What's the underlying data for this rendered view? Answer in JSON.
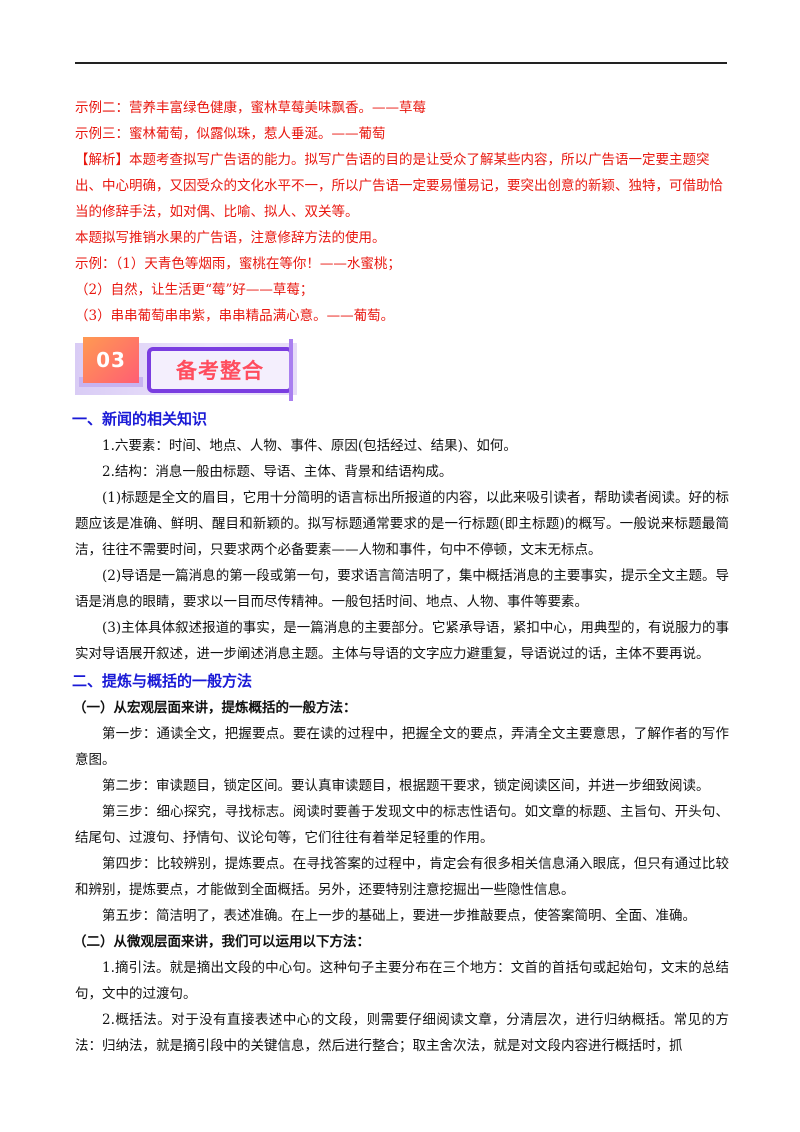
{
  "answer_lines": [
    "示例二：营养丰富绿色健康，蜜林草莓美味飘香。——草莓",
    "示例三：蜜林葡萄，似露似珠，惹人垂涎。——葡萄",
    "【解析】本题考查拟写广告语的能力。拟写广告语的目的是让受众了解某些内容，所以广告语一定要主题突出、中心明确，又因受众的文化水平不一，所以广告语一定要易懂易记，要突出创意的新颖、独特，可借助恰当的修辞手法，如对偶、比喻、拟人、双关等。",
    "本题拟写推销水果的广告语，注意修辞方法的使用。",
    "示例：（1）天青色等烟雨，蜜桃在等你！——水蜜桃；",
    "（2）自然，让生活更“莓”好——草莓；",
    "（3）串串葡萄串串紫，串串精品满心意。——葡萄。"
  ],
  "banner": {
    "number": "03",
    "title": "备考整合"
  },
  "section1": {
    "heading": "一、新闻的相关知识",
    "paragraphs": [
      "1.六要素：时间、地点、人物、事件、原因(包括经过、结果)、如何。",
      "2.结构：消息一般由标题、导语、主体、背景和结语构成。",
      "(1)标题是全文的眉目，它用十分简明的语言标出所报道的内容，以此来吸引读者，帮助读者阅读。好的标题应该是准确、鲜明、醒目和新颖的。拟写标题通常要求的是一行标题(即主标题)的概写。一般说来标题最简洁，往往不需要时间，只要求两个必备要素——人物和事件，句中不停顿，文末无标点。",
      "(2)导语是一篇消息的第一段或第一句，要求语言简洁明了，集中概括消息的主要事实，提示全文主题。导语是消息的眼睛，要求以一目而尽传精神。一般包括时间、地点、人物、事件等要素。",
      "(3)主体具体叙述报道的事实，是一篇消息的主要部分。它紧承导语，紧扣中心，用典型的，有说服力的事实对导语展开叙述，进一步阐述消息主题。主体与导语的文字应力避重复，导语说过的话，主体不要再说。"
    ]
  },
  "section2": {
    "heading": "二、提炼与概括的一般方法",
    "sub1": "（一）从宏观层面来讲，提炼概括的一般方法：",
    "sub1_paragraphs": [
      "第一步：通读全文，把握要点。要在读的过程中，把握全文的要点，弄清全文主要意思，了解作者的写作意图。",
      "第二步：审读题目，锁定区间。要认真审读题目，根据题干要求，锁定阅读区间，并进一步细致阅读。",
      "第三步：细心探究，寻找标志。阅读时要善于发现文中的标志性语句。如文章的标题、主旨句、开头句、结尾句、过渡句、抒情句、议论句等，它们往往有着举足轻重的作用。",
      "第四步：比较辨别，提炼要点。在寻找答案的过程中，肯定会有很多相关信息涌入眼底，但只有通过比较和辨别，提炼要点，才能做到全面概括。另外，还要特别注意挖掘出一些隐性信息。",
      "第五步：简洁明了，表述准确。在上一步的基础上，要进一步推敲要点，使答案简明、全面、准确。"
    ],
    "sub2": "（二）从微观层面来讲，我们可以运用以下方法：",
    "sub2_paragraphs": [
      "1.摘引法。就是摘出文段的中心句。这种句子主要分布在三个地方：文首的首括句或起始句，文末的总结句，文中的过渡句。",
      "2.概括法。对于没有直接表述中心的文段，则需要仔细阅读文章，分清层次，进行归纳概括。常见的方法：归纳法，就是摘引段中的关键信息，然后进行整合；取主舍次法，就是对文段内容进行概括时，抓"
    ]
  }
}
